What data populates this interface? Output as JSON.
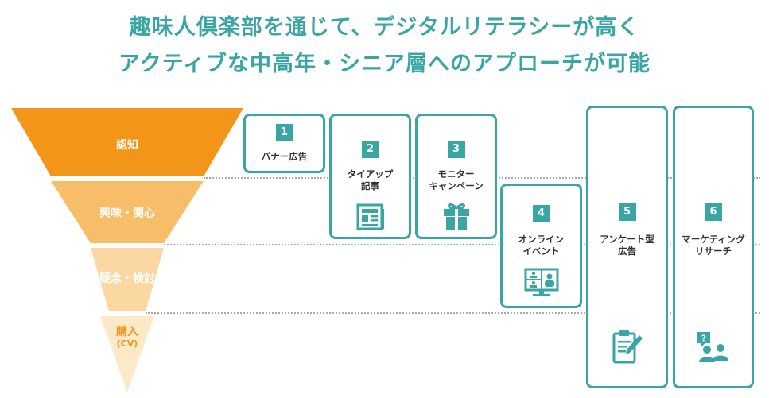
{
  "headline": {
    "line1": "趣味人倶楽部を通じて、デジタルリテラシーが高く",
    "line2": "アクティブな中高年・シニア層へのアプローチが可能"
  },
  "funnel": {
    "stages": [
      {
        "label": "認知",
        "color": "#f39519",
        "text_color": "#ffffff"
      },
      {
        "label": "興味・関心",
        "color": "#f8bd69",
        "text_color": "#ffffff"
      },
      {
        "label": "疑念・検討",
        "color": "#fbd7a2",
        "text_color": "#ffffff"
      },
      {
        "label": "購入",
        "sub": "(CV)",
        "color": "#fde8c8",
        "text_color": "#f39519"
      }
    ]
  },
  "cards": [
    {
      "num": "1",
      "label": "バナー広告",
      "icon": "none"
    },
    {
      "num": "2",
      "label": "タイアップ\n記事",
      "icon": "newspaper-icon"
    },
    {
      "num": "3",
      "label": "モニター\nキャンペーン",
      "icon": "gift-icon"
    },
    {
      "num": "4",
      "label": "オンライン\nイベント",
      "icon": "video-conference-icon"
    },
    {
      "num": "5",
      "label": "アンケート型\n広告",
      "icon": "clipboard-pen-icon"
    },
    {
      "num": "6",
      "label": "マーケティング\nリサーチ",
      "icon": "research-people-icon"
    }
  ],
  "colors": {
    "teal": "#3aa5a5",
    "orange": "#f39519"
  }
}
